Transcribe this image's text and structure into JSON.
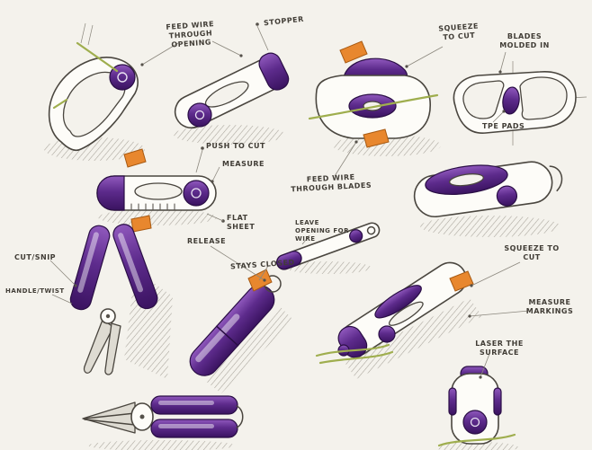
{
  "page": {
    "description": "Industrial design concept sketch page of wire cutter / multi-tool ideas",
    "palette": {
      "paper": "#f4f2ec",
      "ink": "#4a463f",
      "purple": "#5d2b8c",
      "orange": "#e8872e",
      "wire_green": "#9fae4e"
    }
  },
  "annotations": {
    "feed_wire_through_opening": "FEED WIRE\nTHROUGH OPENING",
    "stopper": "STOPPER",
    "squeeze_to_cut_top": "SQUEEZE\nTO CUT",
    "blades_molded_in": "BLADES\nMOLDED IN",
    "tpe_pads": "TPE PADS",
    "push_to_cut": "PUSH TO CUT",
    "measure": "MEASURE",
    "flat_sheet": "FLAT\nSHEET",
    "feed_wire_through_blades": "FEED WIRE\nTHROUGH BLADES",
    "release": "RELEASE",
    "leave_opening_for_wire": "LEAVE\nOPENING FOR\nWIRE",
    "cut_snip": "CUT/SNIP",
    "handle_twist": "HANDLE/TWIST",
    "stays_closed": "STAYS CLOSED",
    "squeeze_to_cut_right": "SQUEEZE TO\nCUT",
    "measure_markings": "MEASURE\nMARKINGS",
    "laser_the_surface": "LASER THE\nSURFACE"
  }
}
